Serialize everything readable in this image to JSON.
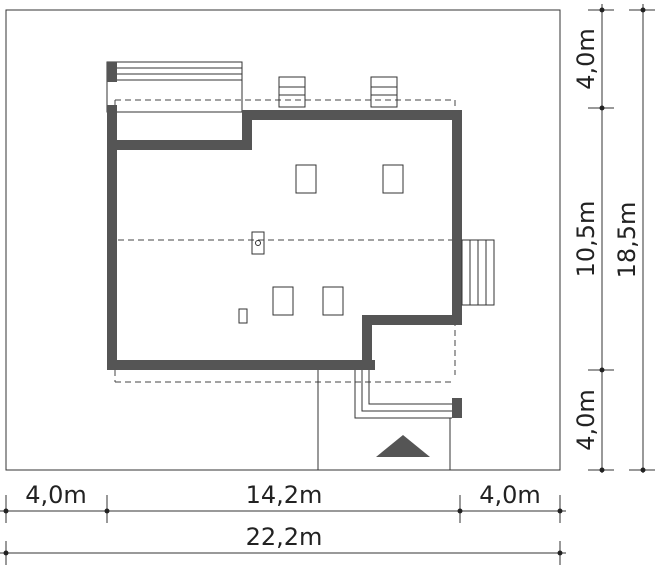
{
  "dimensions": {
    "bottom_left": "4,0m",
    "bottom_middle": "14,2m",
    "bottom_right": "4,0m",
    "bottom_total": "22,2m",
    "right_top": "4,0m",
    "right_middle": "10,5m",
    "right_bottom": "4,0m",
    "right_total": "18,5m"
  },
  "colors": {
    "wall": "#555555",
    "line": "#333333",
    "background": "#ffffff"
  },
  "icons": {
    "entrance_marker": "triangle-up",
    "chimney": "small-rectangle"
  }
}
